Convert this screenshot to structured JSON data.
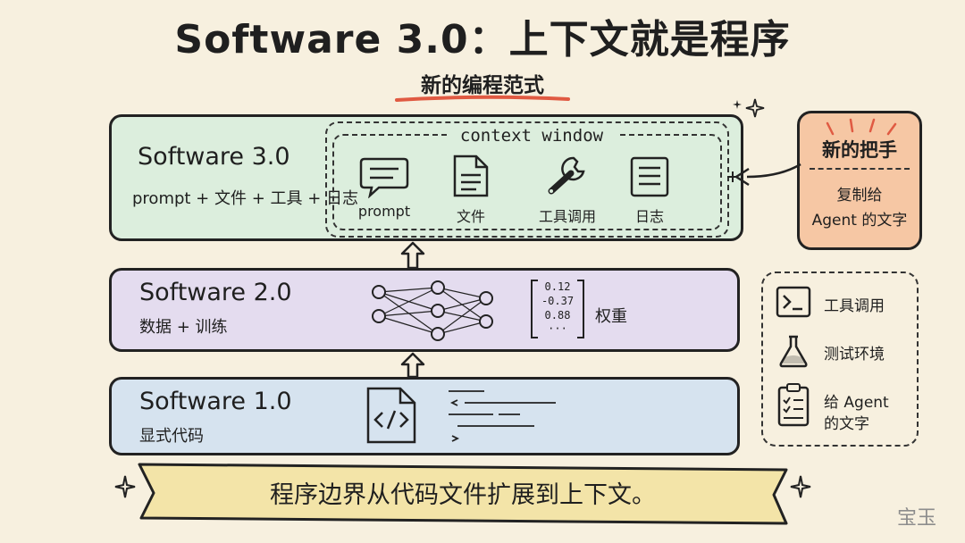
{
  "title": "Software 3.0：上下文就是程序",
  "subtitle": "新的编程范式",
  "layers": [
    {
      "title": "Software 3.0",
      "subtitle": "prompt + 文件 + 工具 + 日志"
    },
    {
      "title": "Software 2.0",
      "subtitle": "数据 + 训练"
    },
    {
      "title": "Software 1.0",
      "subtitle": "显式代码"
    }
  ],
  "context": {
    "title": "context window",
    "items": [
      {
        "label": "prompt",
        "icon": "chat-bubble-icon"
      },
      {
        "label": "文件",
        "icon": "document-icon"
      },
      {
        "label": "工具调用",
        "icon": "wrench-icon"
      },
      {
        "label": "日志",
        "icon": "log-icon"
      }
    ]
  },
  "weights": {
    "values": [
      "0.12",
      "-0.37",
      "0.88",
      "···"
    ],
    "label": "权重"
  },
  "handle": {
    "title": "新的把手",
    "body_line1": "复制给",
    "body_line2": "Agent 的文字"
  },
  "legend": [
    {
      "label": "工具调用",
      "icon": "terminal-icon"
    },
    {
      "label": "测试环境",
      "icon": "flask-icon"
    },
    {
      "label_line1": "给 Agent",
      "label_line2": "的文字",
      "icon": "checklist-icon"
    }
  ],
  "banner": "程序边界从代码文件扩展到上下文。",
  "watermark": "宝玉",
  "colors": {
    "green": "#dceedd",
    "purple": "#e4dcef",
    "blue": "#d6e3ef",
    "orange": "#f6c7a4",
    "banner": "#f3e4a8",
    "underline": "#e05a42"
  }
}
